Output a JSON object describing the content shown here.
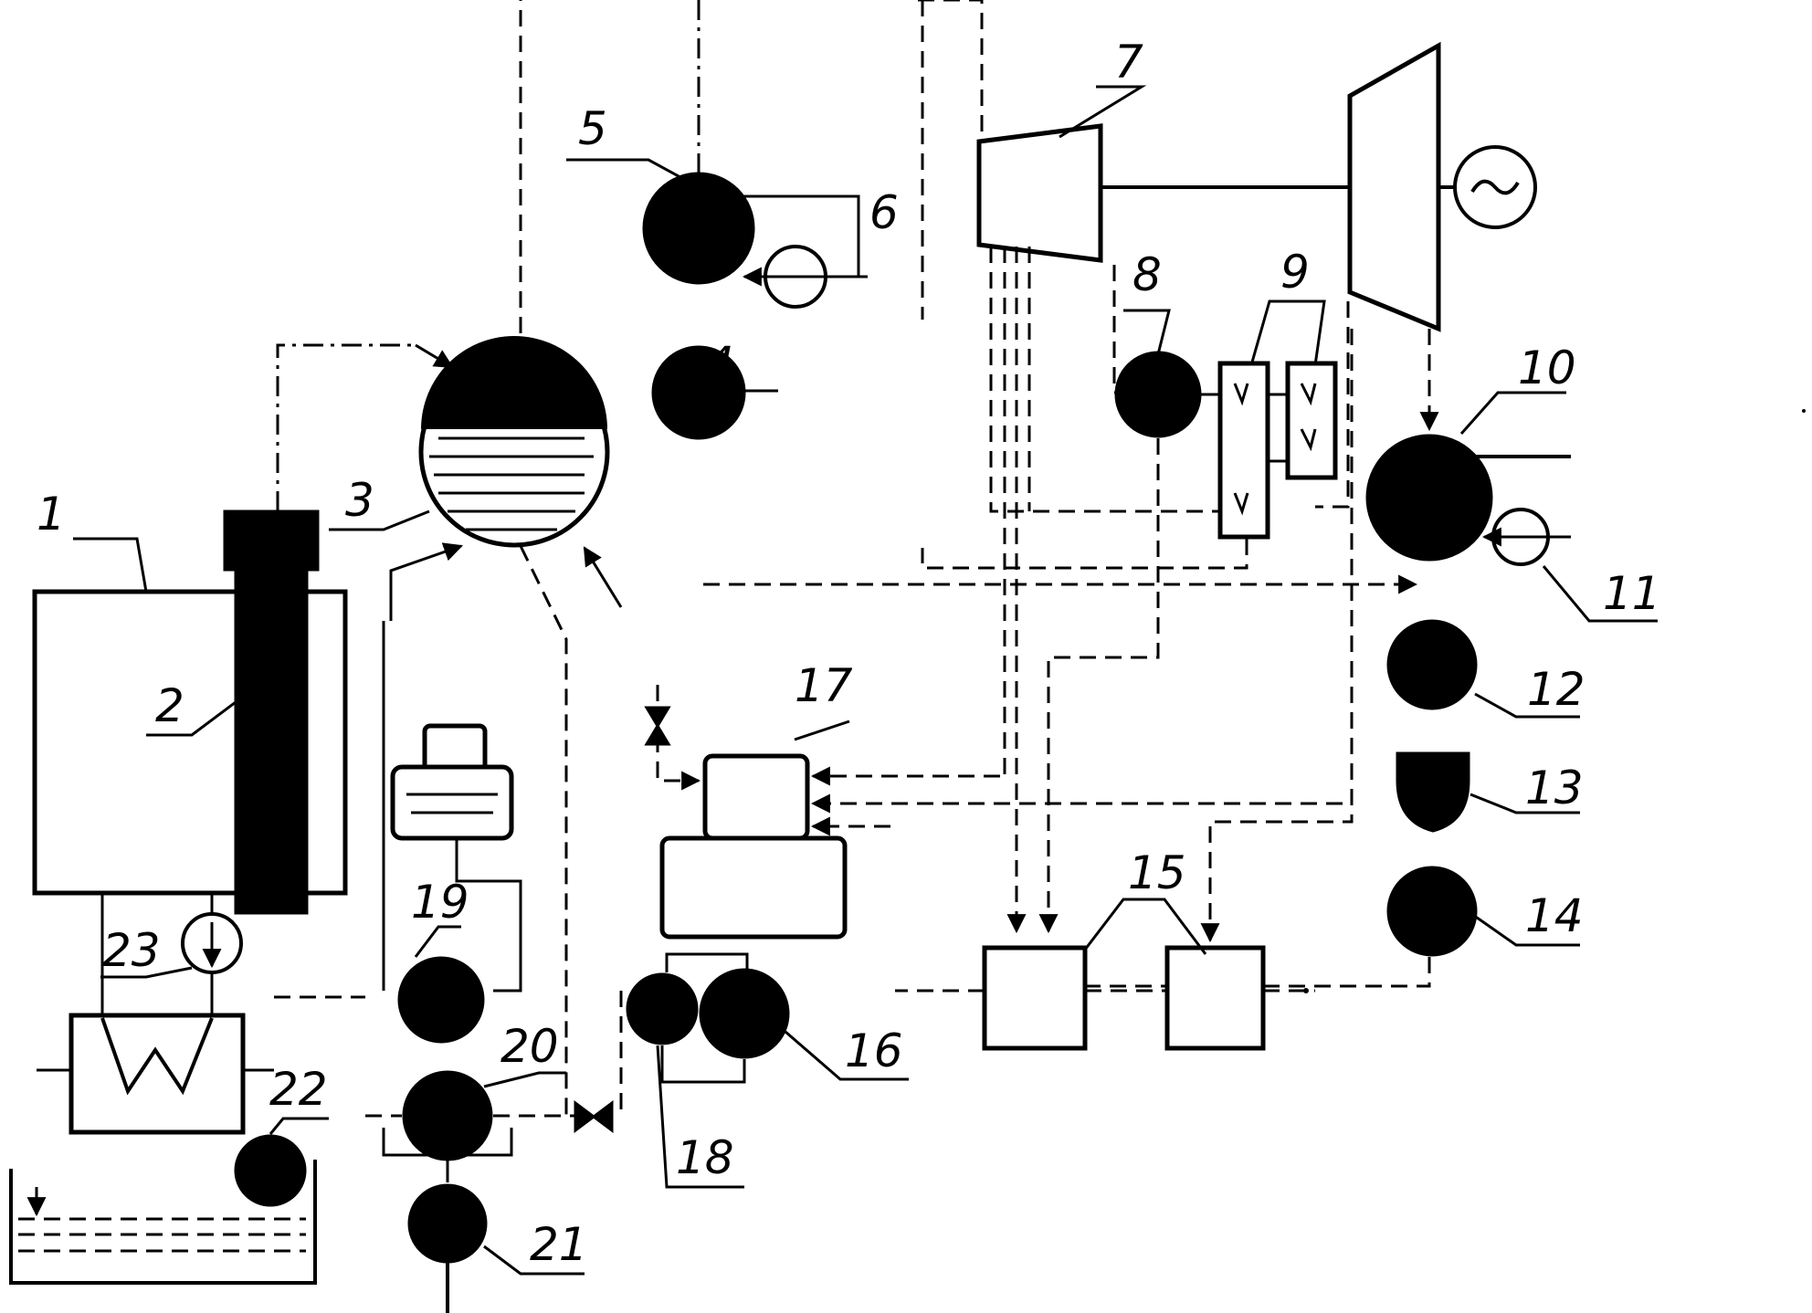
{
  "labels": {
    "l1": "1",
    "l2": "2",
    "l3": "3",
    "l4": "4",
    "l5": "5",
    "l6": "6",
    "l7": "7",
    "l8": "8",
    "l9": "9",
    "l10": "10",
    "l11": "11",
    "l12": "12",
    "l13": "13",
    "l14": "14",
    "l15": "15",
    "l16": "16",
    "l17": "17",
    "l18": "18",
    "l19": "19",
    "l20": "20",
    "l21": "21",
    "l22": "22",
    "l23": "23"
  },
  "colors": {
    "ink": "#000000",
    "paper": "#ffffff"
  },
  "icons": {
    "generator": "alternating-current-symbol",
    "valve": "bowtie-valve"
  }
}
